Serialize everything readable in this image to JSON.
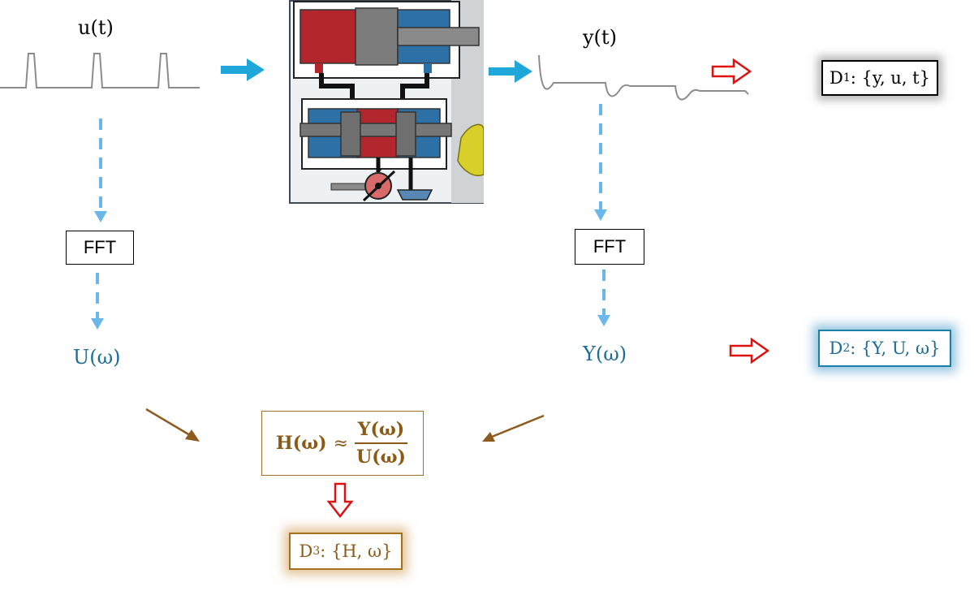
{
  "signals": {
    "input_label": "u(t)",
    "output_label": "y(t)"
  },
  "fft": {
    "left_label": "FFT",
    "right_label": "FFT"
  },
  "spectra": {
    "U": "U(ω)",
    "Y": "Y(ω)"
  },
  "transfer": {
    "lhs": "H(ω)",
    "approx": "≈",
    "numerator": "Y(ω)",
    "denominator": "U(ω)"
  },
  "datasets": {
    "d1": {
      "name": "D",
      "sub": "1",
      "content": ": {y, u, t}"
    },
    "d2": {
      "name": "D",
      "sub": "2",
      "content": ": {Y, U, ω}"
    },
    "d3": {
      "name": "D",
      "sub": "3",
      "content": ": {H, ω}"
    }
  },
  "colors": {
    "flow_arrow": "#1ea7d8",
    "dashed_arrow": "#6ab7ea",
    "brown_arrow": "#8e5a1e",
    "output_arrow": "#e01010",
    "spectrum_text": "#1d6c93",
    "transfer_text": "#8a5a16"
  }
}
